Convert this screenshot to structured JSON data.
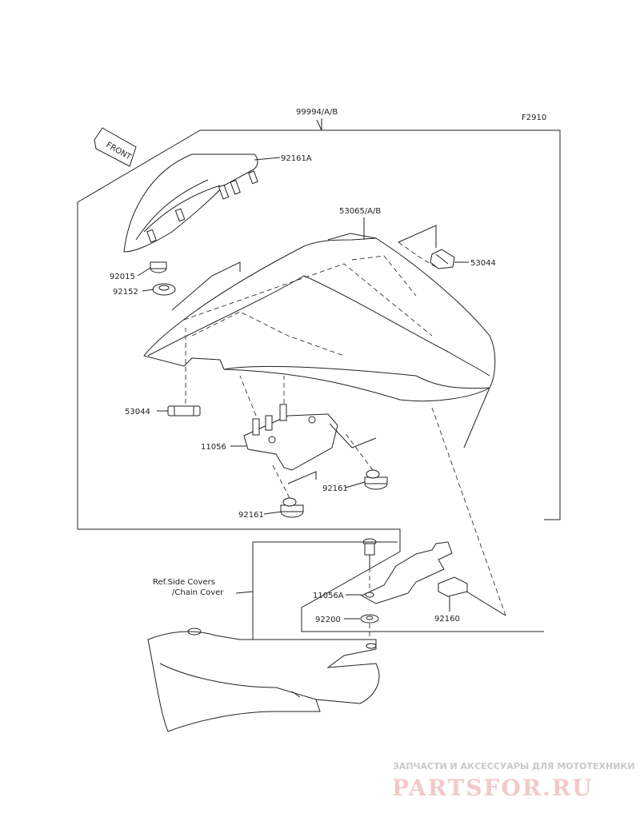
{
  "figure_code": "F2910",
  "front_label": "FRONT",
  "labels": {
    "assembly": "99994/A/B",
    "cover_part": "92161A",
    "seat_cover": "53065/A/B",
    "rubber_right": "53044",
    "nut": "92015",
    "washer": "92152",
    "rubber_left": "53044",
    "bracket": "11056",
    "damper_right": "92161",
    "damper_left": "92161",
    "ref_line1": "Ref.Side Covers",
    "ref_line2": "/Chain Cover",
    "bracket_a": "11056A",
    "washer2": "92200",
    "pad": "92160"
  },
  "watermark": {
    "line1": "ЗАПЧАСТИ И АКСЕССУАРЫ ДЛЯ МОТОТЕХНИКИ",
    "line2": "PARTSFOR.RU"
  }
}
